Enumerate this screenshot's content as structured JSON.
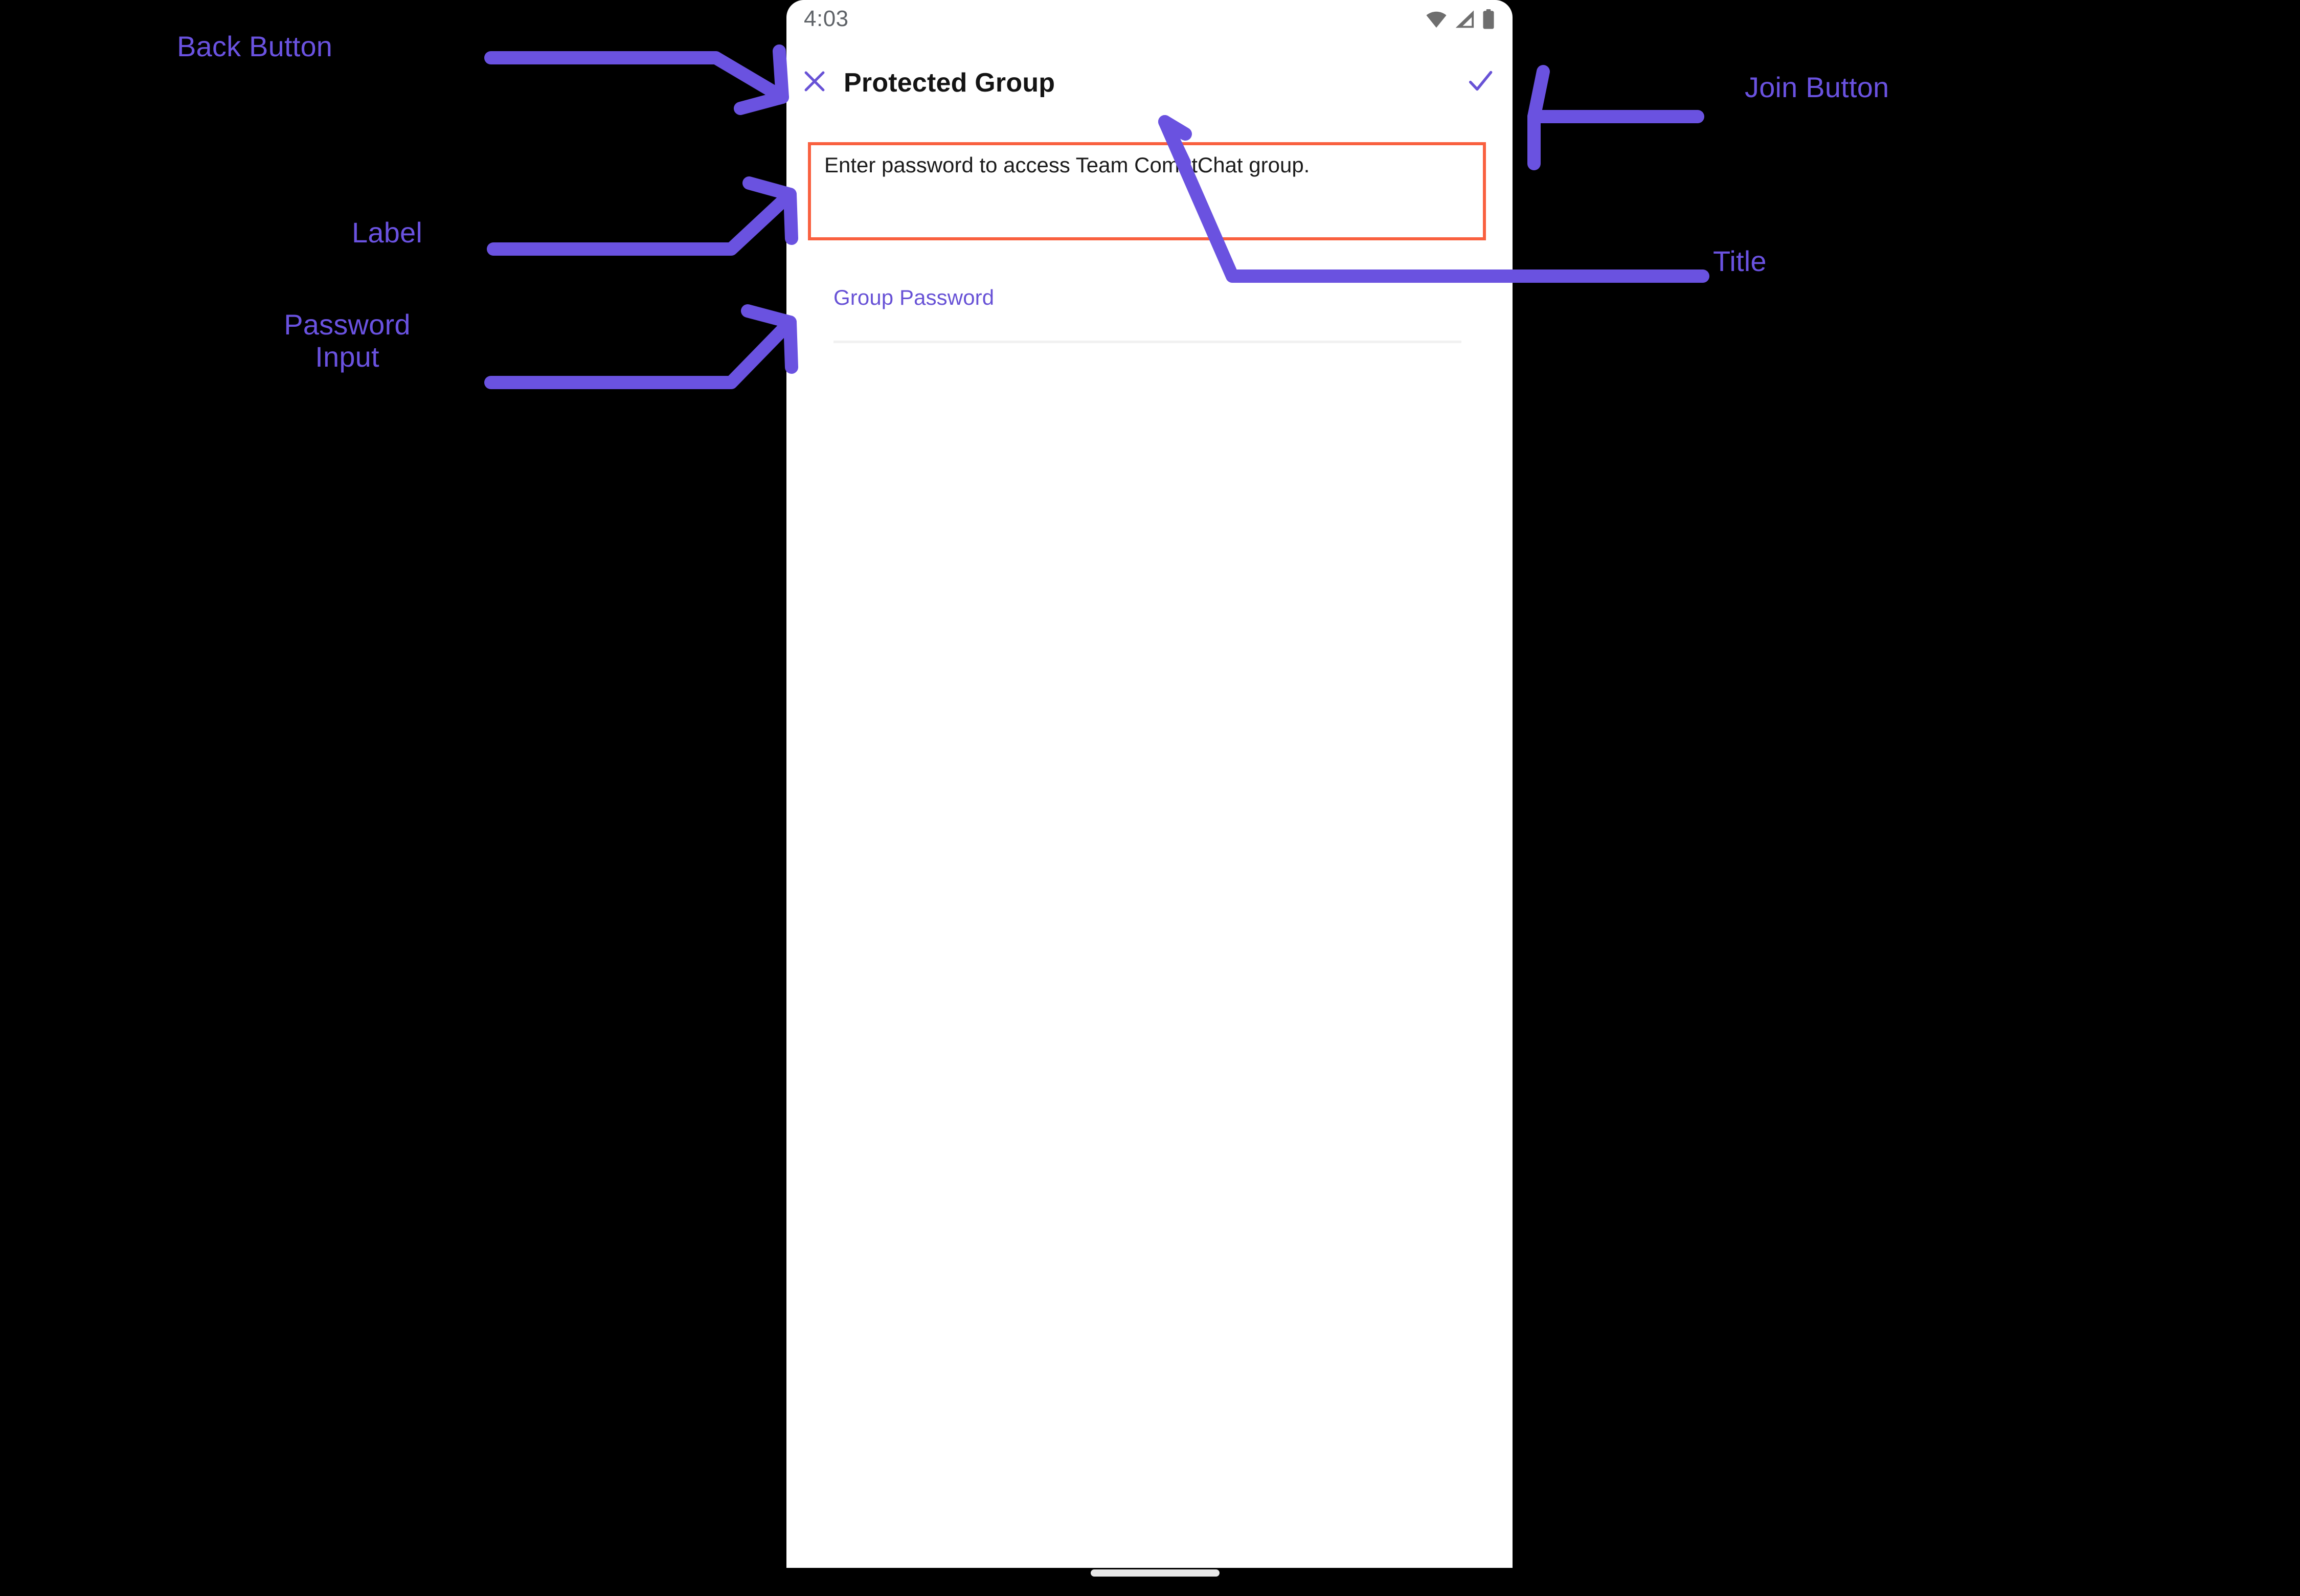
{
  "phone": {
    "status_bar": {
      "time": "4:03",
      "icons": [
        "wifi-icon",
        "cellular-signal-icon",
        "battery-icon"
      ]
    },
    "app_bar": {
      "close_icon": "close-x-icon",
      "title": "Protected Group",
      "join_icon": "check-icon"
    },
    "body": {
      "description": "Enter password to access Team CometChat group.",
      "password_field": {
        "label": "Group Password",
        "value": "",
        "placeholder": ""
      }
    },
    "home_indicator": "home-indicator-bar"
  },
  "annotations": [
    {
      "id": "back",
      "text": "Back Button"
    },
    {
      "id": "label",
      "text": "Label"
    },
    {
      "id": "password",
      "text": "Password\nInput"
    },
    {
      "id": "join",
      "text": "Join Button"
    },
    {
      "id": "title",
      "text": "Title"
    }
  ],
  "colors": {
    "accent_purple": "#6852d6",
    "annotation_purple": "#6a52e0",
    "highlight_red": "#f9603f",
    "background": "#000000",
    "screen": "#ffffff",
    "status_gray": "#5f6368",
    "divider": "#f1f1f1"
  }
}
